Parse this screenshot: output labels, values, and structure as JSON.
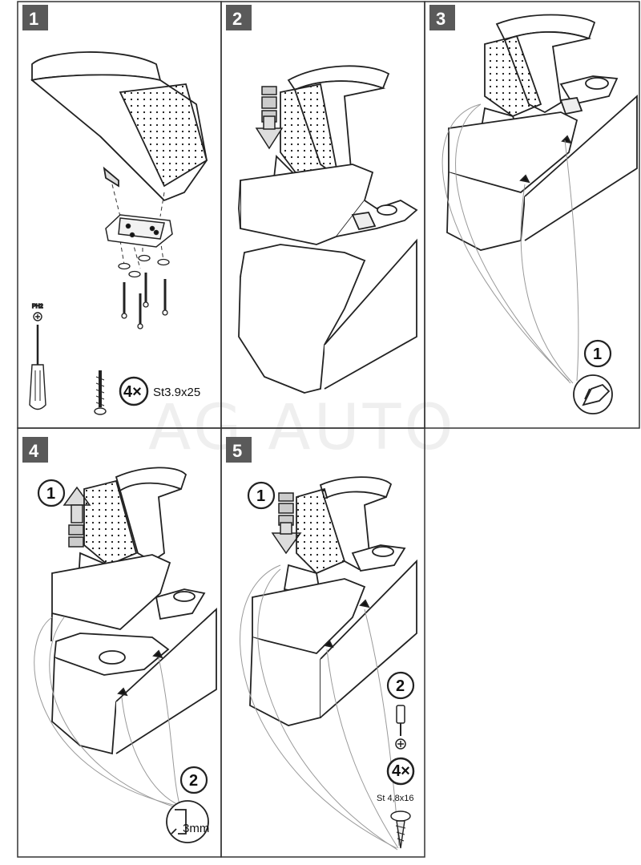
{
  "watermark": "AG AUTO",
  "steps": [
    {
      "number": "1",
      "screw_count": "4×",
      "screw_spec": "St3.9x25",
      "driver_label": "PH2"
    },
    {
      "number": "2"
    },
    {
      "number": "3",
      "callout": "1"
    },
    {
      "number": "4",
      "callout_a": "1",
      "callout_b": "2",
      "drill_size": "3mm"
    },
    {
      "number": "5",
      "callout_a": "1",
      "callout_b": "2",
      "screw_count": "4×",
      "screw_spec": "St 4,8x16"
    }
  ],
  "colors": {
    "badge": "#5a5a5a",
    "line": "#222222",
    "guide": "#9a9a9a",
    "panel_border": "#333333"
  }
}
